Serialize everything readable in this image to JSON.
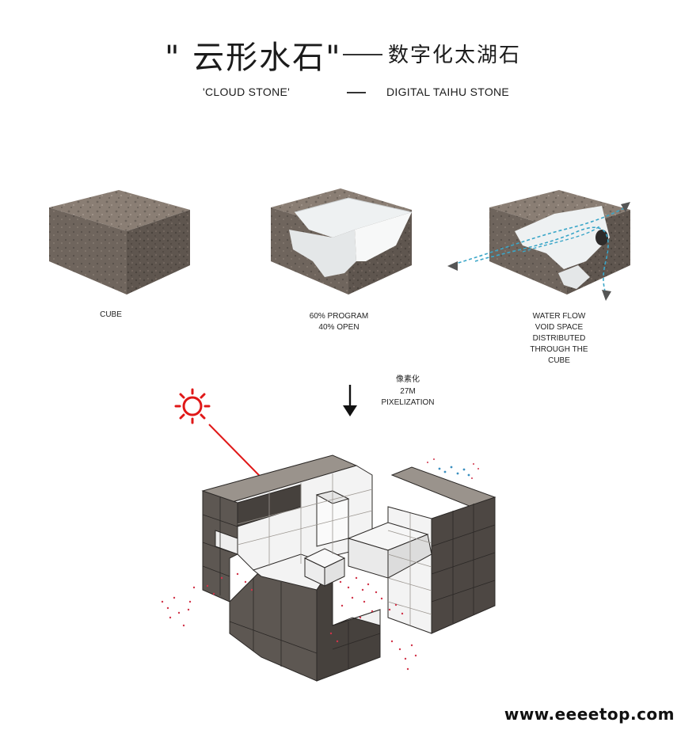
{
  "header": {
    "title_cn": "\" 云形水石\"",
    "title_cn_right": "数字化太湖石",
    "title_en_left": "'CLOUD STONE'",
    "title_en_right": "DIGITAL TAIHU STONE"
  },
  "steps": [
    {
      "caption": "CUBE"
    },
    {
      "caption": "60% PROGRAM\n40% OPEN"
    },
    {
      "caption": "WATER FLOW\nVOID SPACE\nDISTRIBUTED\nTHROUGH THE\nCUBE"
    }
  ],
  "pixelization": {
    "label_cn": "像素化",
    "label_size": "27M",
    "label_en": "PIXELIZATION"
  },
  "watermark": "www.eeeetop.com",
  "colors": {
    "stone_top": "#8f8278",
    "stone_side_dark": "#5e554e",
    "stone_side_mid": "#7a6f66",
    "void_white": "#eef1f2",
    "cube_dark_front": "#5d5752",
    "cube_dark_side": "#46413d",
    "cube_light": "#f4f4f4",
    "sun_red": "#e01818",
    "water_blue": "#3aa6c8"
  }
}
